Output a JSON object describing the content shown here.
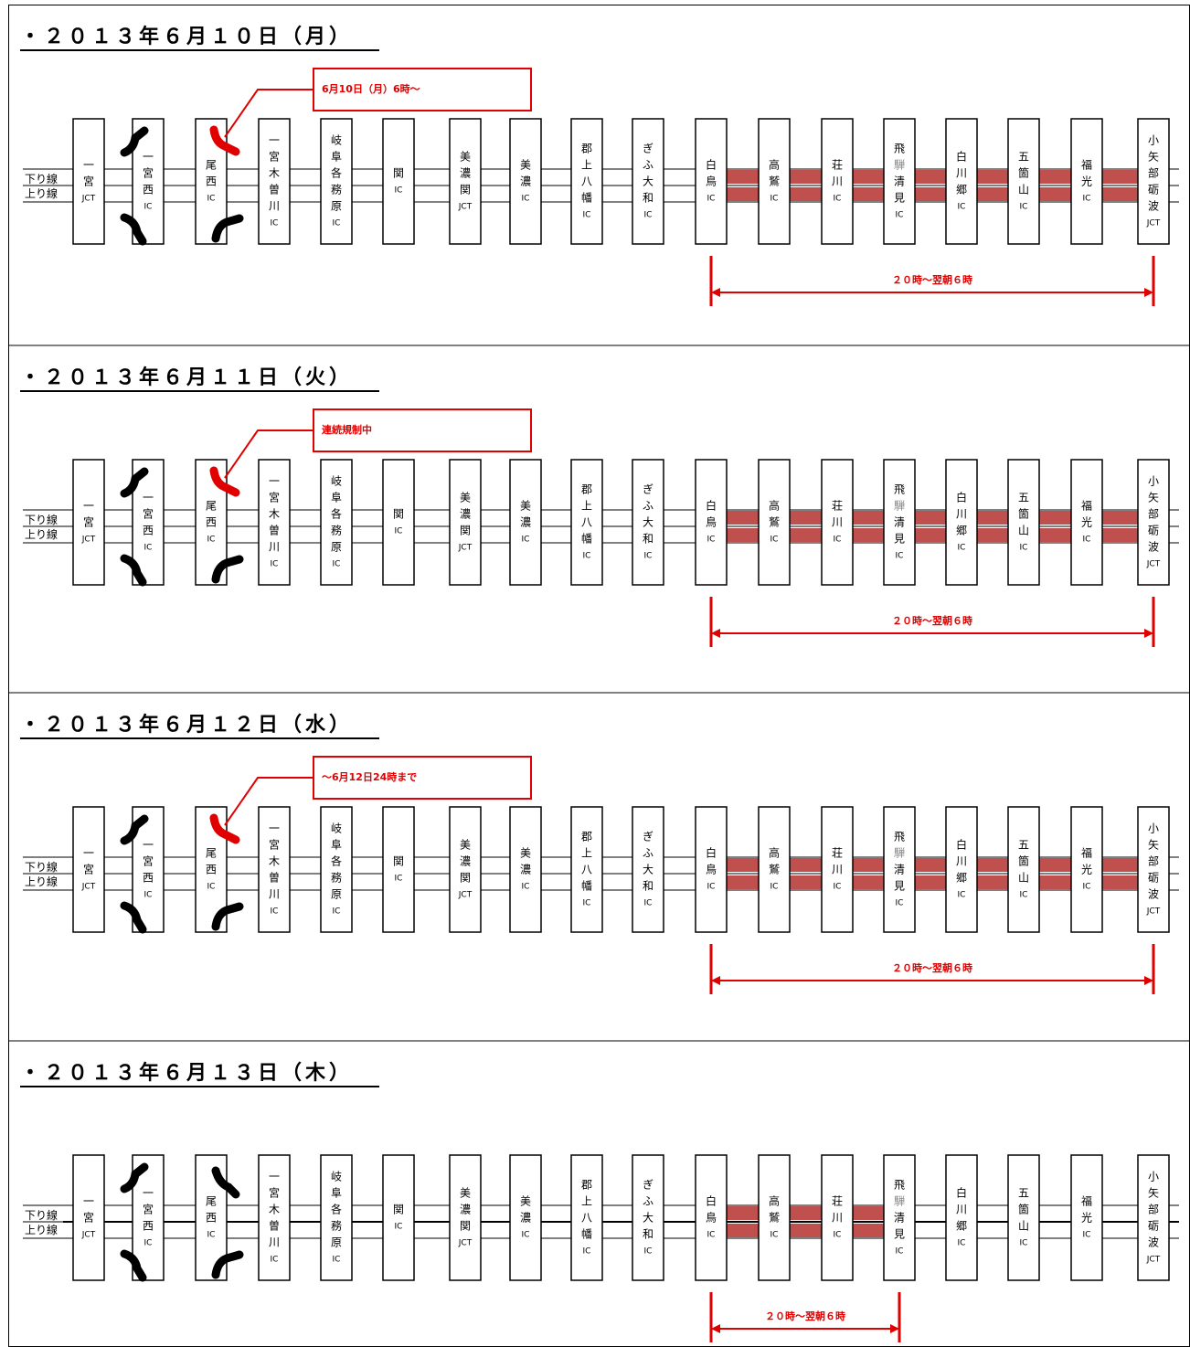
{
  "colors": {
    "closure_band": "#c0504d",
    "note_red": "#e00000",
    "ramp_black": "#000000"
  },
  "lanes": {
    "down": "下り線",
    "up": "上り線"
  },
  "stations": [
    {
      "name": "一宮",
      "type": "JCT"
    },
    {
      "name": "一宮西",
      "type": "IC"
    },
    {
      "name": "尾西",
      "type": "IC"
    },
    {
      "name": "一宮木曽川",
      "type": "IC"
    },
    {
      "name": "岐阜各務原",
      "type": "IC"
    },
    {
      "name": "関",
      "type": "IC"
    },
    {
      "name": "美濃関",
      "type": "JCT"
    },
    {
      "name": "美濃",
      "type": "IC"
    },
    {
      "name": "郡上八幡",
      "type": "IC"
    },
    {
      "name": "ぎふ大和",
      "type": "IC"
    },
    {
      "name": "白鳥",
      "type": "IC"
    },
    {
      "name": "高鷲",
      "type": "IC"
    },
    {
      "name": "荘川",
      "type": "IC"
    },
    {
      "name": "飛騨清見",
      "type": "IC"
    },
    {
      "name": "白川郷",
      "type": "IC"
    },
    {
      "name": "五箇山",
      "type": "IC"
    },
    {
      "name": "福光",
      "type": "IC"
    },
    {
      "name": "小矢部砺波",
      "type": "JCT"
    }
  ],
  "days": [
    {
      "title": "・２０１３年６月１０日（月）",
      "note": "6月10日（月）6時～",
      "closure": {
        "from": "白鳥",
        "to": "小矢部砺波",
        "label": "２０時～翌朝６時"
      },
      "ramps": {
        "ichinomiya_nishi": "closed",
        "bisai": "closed"
      }
    },
    {
      "title": "・２０１３年６月１１日（火）",
      "note": "連続規制中",
      "closure": {
        "from": "白鳥",
        "to": "小矢部砺波",
        "label": "２０時～翌朝６時"
      },
      "ramps": {
        "ichinomiya_nishi": "closed",
        "bisai": "closed"
      }
    },
    {
      "title": "・２０１３年６月１２日（水）",
      "note": "～6月12日24時まで",
      "closure": {
        "from": "白鳥",
        "to": "小矢部砺波",
        "label": "２０時～翌朝６時"
      },
      "ramps": {
        "ichinomiya_nishi": "closed",
        "bisai": "closed"
      }
    },
    {
      "title": "・２０１３年６月１３日（木）",
      "note": "",
      "closure": {
        "from": "白鳥",
        "to": "飛騨清見",
        "label": "２０時～翌朝６時"
      },
      "ramps": {
        "ichinomiya_nishi": "closed",
        "bisai": "closed"
      }
    }
  ]
}
